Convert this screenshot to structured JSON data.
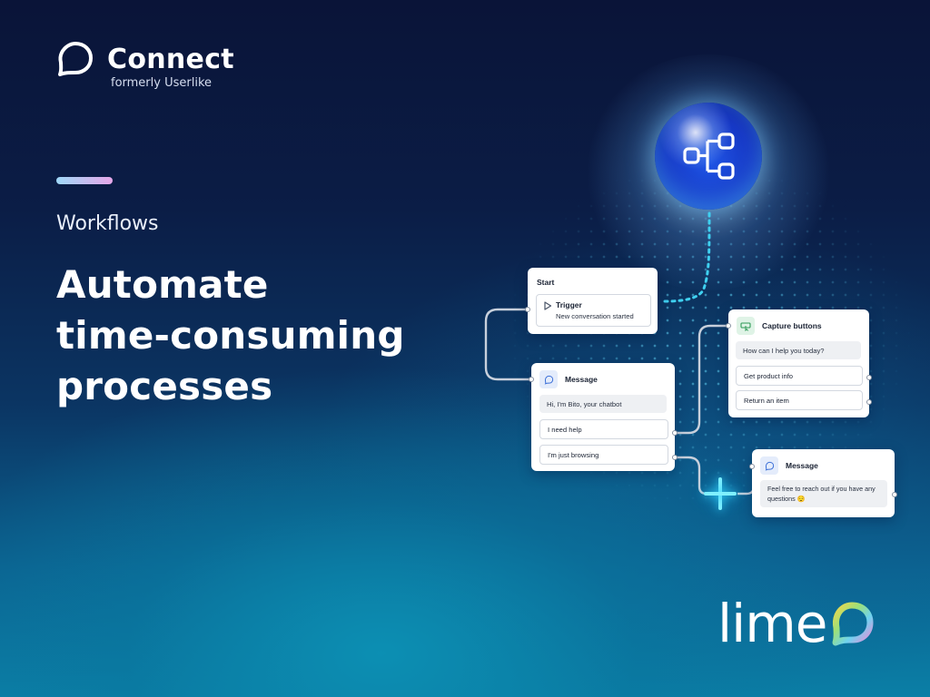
{
  "brand": {
    "name": "Connect",
    "formerly": "formerly Userlike"
  },
  "section": "Workflows",
  "headline": [
    "Automate",
    "time-consuming",
    "processes"
  ],
  "flow": {
    "start": {
      "title": "Start",
      "trigger_label": "Trigger",
      "trigger_value": "New conversation started"
    },
    "message1": {
      "title": "Message",
      "text": "Hi, I'm Bito, your chatbot",
      "options": [
        "I need help",
        "I'm just browsing"
      ]
    },
    "capture": {
      "title": "Capture buttons",
      "question": "How can I help you today?",
      "options": [
        "Get product info",
        "Return an item"
      ]
    },
    "message2": {
      "title": "Message",
      "text_line1": "Feel free to reach out if you have any",
      "text_line2": "questions 😌"
    }
  },
  "footer_logo": "lime",
  "icons": [
    "chat-bubble-logo-icon",
    "workflow-icon",
    "play-icon",
    "message-icon",
    "capture-buttons-icon",
    "plus-icon",
    "lime-logo-icon"
  ],
  "colors": {
    "accent_from": "#9fd8f8",
    "accent_to": "#e6a7e8",
    "plus_glow": "#7ff0ff",
    "orb": "#1f56e6"
  }
}
